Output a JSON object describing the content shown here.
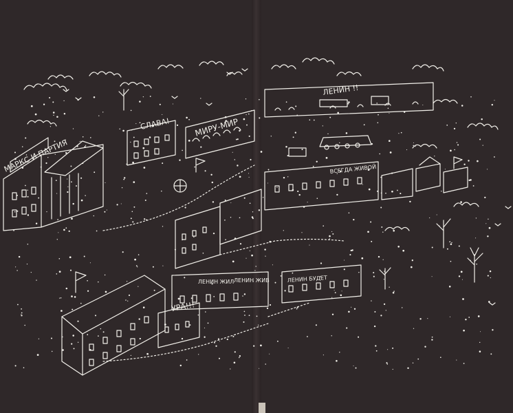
{
  "artwork": {
    "signs": {
      "marx_party": "МАРКС И ПАРТИЯ",
      "slava": "СЛАВА!",
      "miru_mir": "МИРУ-МИР",
      "lenin": "ЛЕНИН !!",
      "vsegda_zhivoy": "ВСЕГДА ЖИВОЙ",
      "lenin_zhil": "ЛЕНИН ЖИЛ",
      "lenin_zhiv": "ЛЕНИН ЖИВ",
      "lenin_budet": "ЛЕНИН БУДЕТ",
      "ura": "УРА!!!"
    },
    "colors": {
      "paper": "#2f2829",
      "ink": "#f2f0ea"
    }
  }
}
